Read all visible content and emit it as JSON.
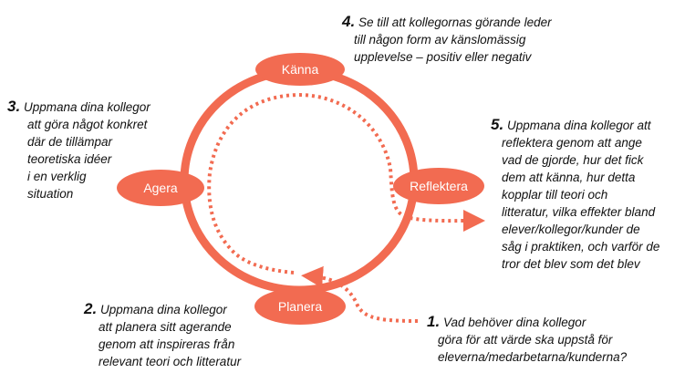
{
  "colors": {
    "accent": "#F26B51"
  },
  "nodes": {
    "kanna": "Känna",
    "reflektera": "Reflektera",
    "planera": "Planera",
    "agera": "Agera"
  },
  "steps": [
    {
      "num": "1.",
      "lines": [
        "Vad behöver dina kollegor",
        "göra för att värde ska uppstå för",
        "eleverna/medarbetarna/kunderna?"
      ]
    },
    {
      "num": "2.",
      "lines": [
        "Uppmana dina kollegor",
        "att planera sitt agerande",
        "genom att inspireras från",
        "relevant teori och litteratur"
      ]
    },
    {
      "num": "3.",
      "lines": [
        "Uppmana dina kollegor",
        "att göra något konkret",
        "där de tillämpar",
        "teoretiska idéer",
        "i en verklig",
        "situation"
      ]
    },
    {
      "num": "4.",
      "lines": [
        "Se till att kollegornas görande leder",
        "till någon form av känslomässig",
        "upplevelse – positiv eller negativ"
      ]
    },
    {
      "num": "5.",
      "lines": [
        "Uppmana dina kollegor att",
        "reflektera genom att ange",
        "vad de gjorde, hur det fick",
        "dem att känna, hur detta",
        "kopplar till teori och",
        "litteratur, vilka effekter bland",
        "elever/kollegor/kunder de",
        "såg i praktiken, och varför de",
        "tror det blev som det blev"
      ]
    }
  ]
}
